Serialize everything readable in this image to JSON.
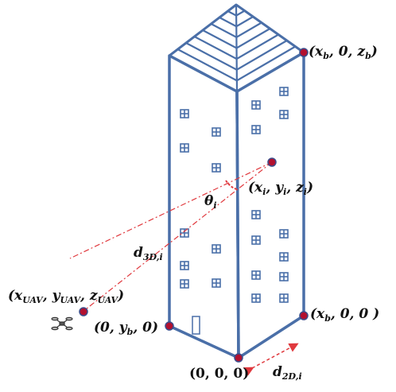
{
  "colors": {
    "building_outline": "#4a6fa8",
    "point_fill": "#b2102f",
    "point_stroke": "#3c4c8a",
    "los_line": "#e0393e",
    "angle_arc": "#e0393e",
    "text": "#111111"
  },
  "icons": {
    "uav": "quadcopter-drone-icon",
    "window": "window-icon",
    "door": "door-icon"
  },
  "labels": {
    "top_corner": {
      "open": "(",
      "v1": "x",
      "v1_sub": "b",
      "sep1": ", 0, ",
      "v2": "z",
      "v2_sub": "b",
      "close": ")"
    },
    "point_i": {
      "open": "(",
      "v1": "x",
      "v1_sub": "i",
      "sep1": ", ",
      "v2": "y",
      "v2_sub": "i",
      "sep2": ", ",
      "v3": "z",
      "v3_sub": "i",
      "close": ")"
    },
    "theta": {
      "sym": "θ",
      "sub": "i"
    },
    "d3d": {
      "sym": "d",
      "sub": "3D,i"
    },
    "uav": {
      "open": "(",
      "v1": "x",
      "v1_sub": "UAV",
      "sep1": ", ",
      "v2": "y",
      "v2_sub": "UAV",
      "sep2": ", ",
      "v3": "z",
      "v3_sub": "UAV",
      "close": ")"
    },
    "left_corner": {
      "open": "(0, ",
      "v1": "y",
      "v1_sub": "b",
      "close": ", 0)"
    },
    "right_corner": {
      "open": "(",
      "v1": "x",
      "v1_sub": "b",
      "close": ", 0, 0 )"
    },
    "origin": {
      "text": "(0, 0, 0)"
    },
    "d2d": {
      "sym": "d",
      "sub": "2D,i"
    }
  }
}
